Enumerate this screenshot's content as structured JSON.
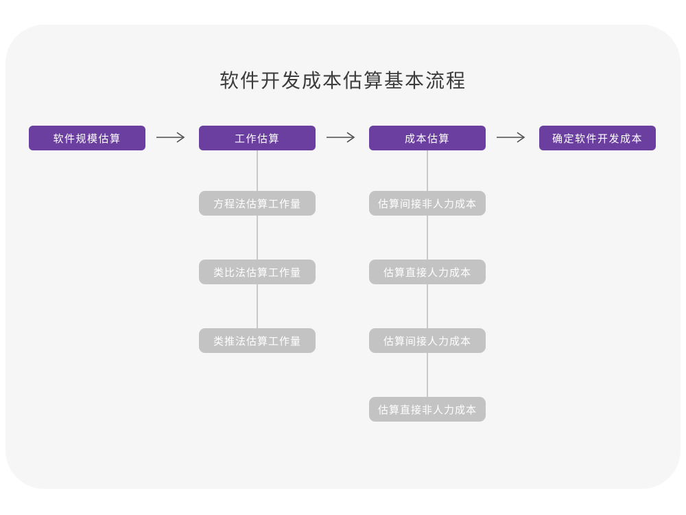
{
  "page": {
    "title": "软件开发成本估算基本流程"
  },
  "colors": {
    "page_bg": "#ffffff",
    "card_bg": "#f6f6f7",
    "primary_node": "#6b3fa0",
    "secondary_node": "#c3c3c3",
    "node_text": "#ffffff",
    "title_text": "#3c3c3c",
    "arrow": "#4d4d4d",
    "connector_line": "#c9c9c9"
  },
  "flow": {
    "main_steps": [
      {
        "label": "软件规模估算"
      },
      {
        "label": "工作估算"
      },
      {
        "label": "成本估算"
      },
      {
        "label": "确定软件开发成本"
      }
    ],
    "sub_steps": {
      "work_estimation": [
        "方程法估算工作量",
        "类比法估算工作量",
        "类推法估算工作量"
      ],
      "cost_estimation": [
        "估算间接非人力成本",
        "估算直接人力成本",
        "估算间接人力成本",
        "估算直接非人力成本"
      ]
    }
  }
}
